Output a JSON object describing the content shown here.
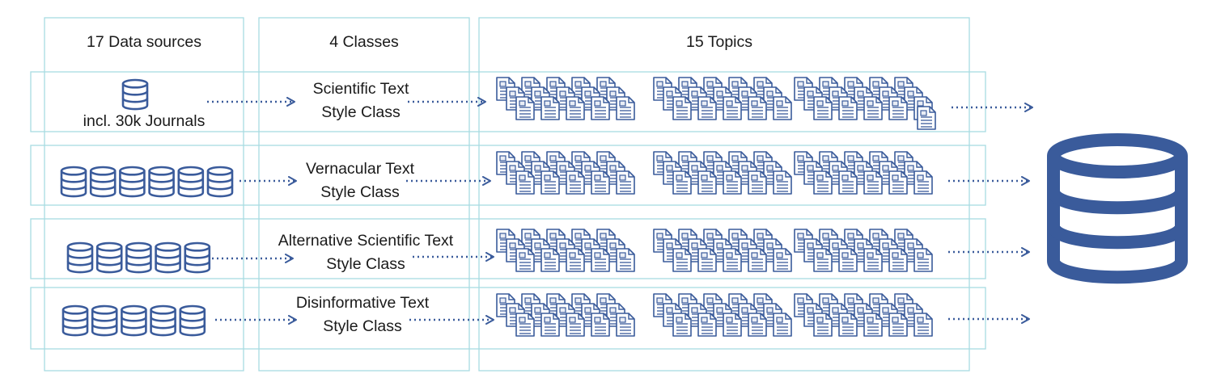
{
  "colors": {
    "frame": "#a8dce2",
    "icon": "#3a5b9b",
    "icon_light": "#e9edf5",
    "text": "#1a1a1a"
  },
  "headers": {
    "sources": "17 Data sources",
    "classes": "4 Classes",
    "topics": "15 Topics"
  },
  "rows": [
    {
      "source_icon_count": 1,
      "source_note": "incl. 30k Journals",
      "class_line1": "Scientific Text",
      "class_line2": "Style Class"
    },
    {
      "source_icon_count": 6,
      "class_line1": "Vernacular Text",
      "class_line2": "Style Class"
    },
    {
      "source_icon_count": 5,
      "class_line1": "Alternative Scientific Text",
      "class_line2": "Style Class"
    },
    {
      "source_icon_count": 5,
      "class_line1": "Disinformative Text",
      "class_line2": "Style Class"
    }
  ],
  "icons": {
    "source": "database-icon",
    "topic": "document-stack-icon",
    "output": "database-icon"
  }
}
